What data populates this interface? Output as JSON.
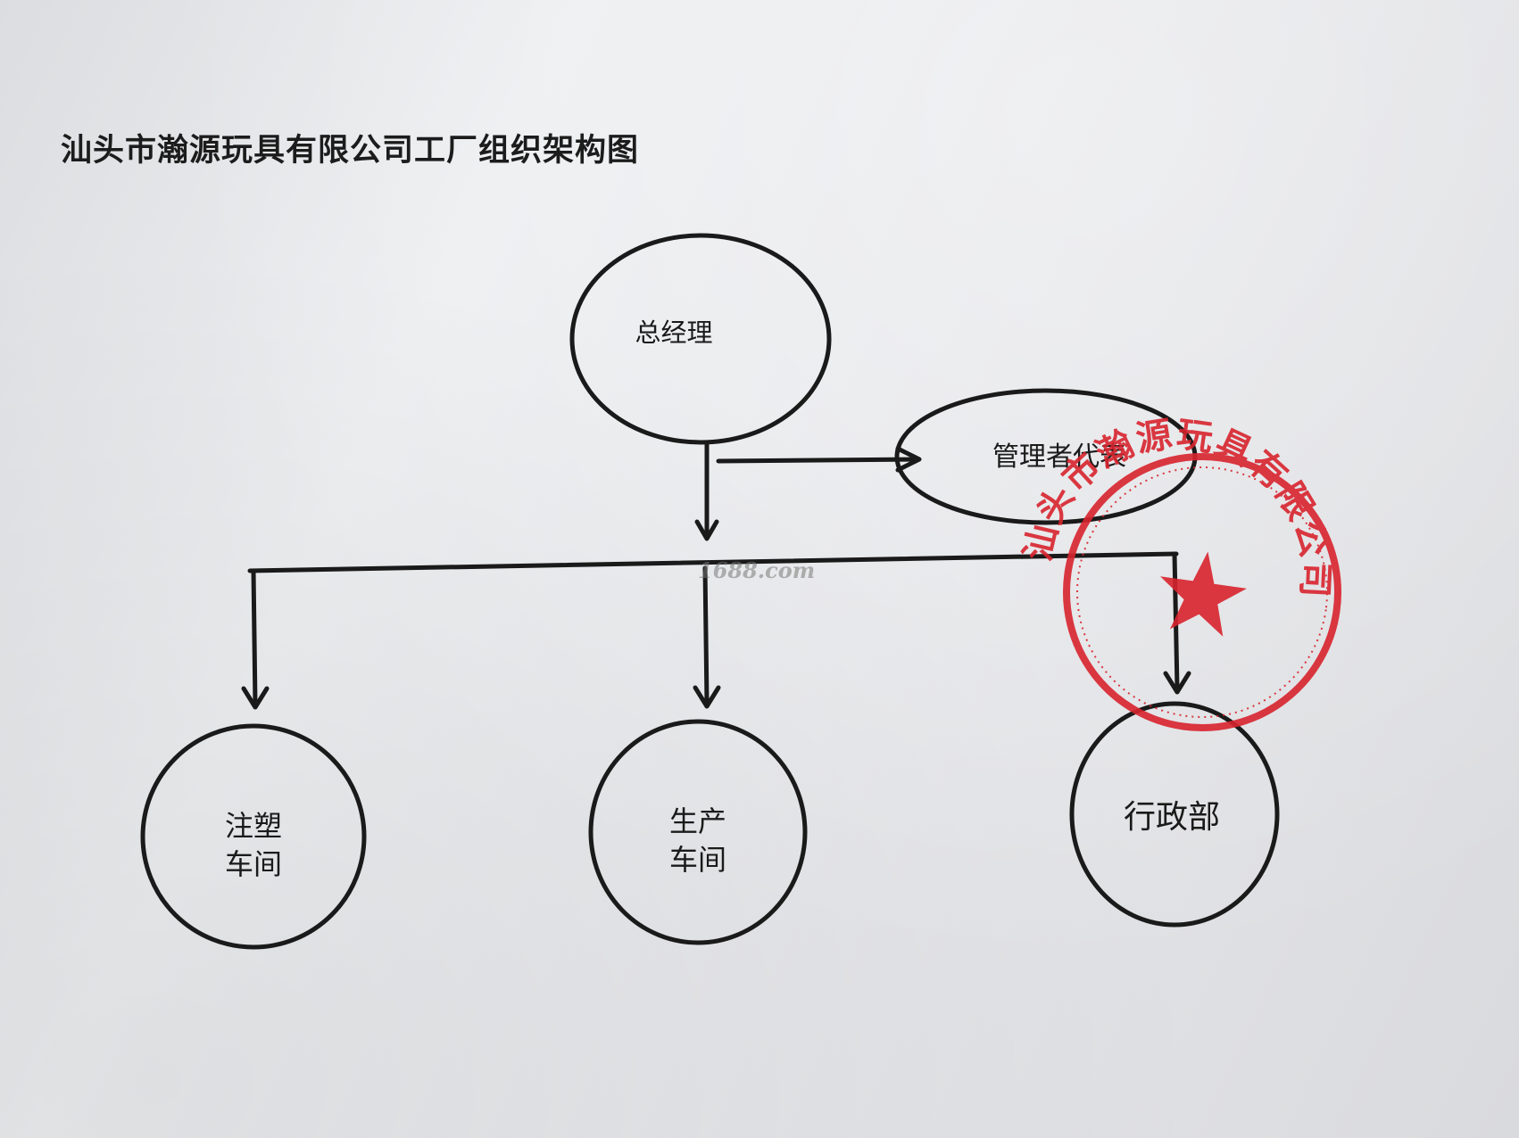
{
  "document": {
    "title": "汕头市瀚源玩具有限公司工厂组织架构图"
  },
  "diagram": {
    "nodes": {
      "general_manager": {
        "label": "总经理"
      },
      "management_rep": {
        "label": "管理者代表"
      },
      "injection_workshop": {
        "line1": "注塑",
        "line2": "车间"
      },
      "production_workshop": {
        "line1": "生产",
        "line2": "车间"
      },
      "admin_dept": {
        "label": "行政部"
      }
    },
    "edges": [
      {
        "from": "general_manager",
        "to": "management_rep"
      },
      {
        "from": "general_manager",
        "to": "injection_workshop"
      },
      {
        "from": "general_manager",
        "to": "production_workshop"
      },
      {
        "from": "general_manager",
        "to": "admin_dept"
      }
    ]
  },
  "watermark": {
    "text": "1688.com"
  },
  "seal": {
    "text": "汕头市瀚源玩具有限公司",
    "color": "#d8242e",
    "icon": "star-icon"
  },
  "colors": {
    "ink": "#1a1a1a",
    "seal_red": "#d8242e"
  }
}
